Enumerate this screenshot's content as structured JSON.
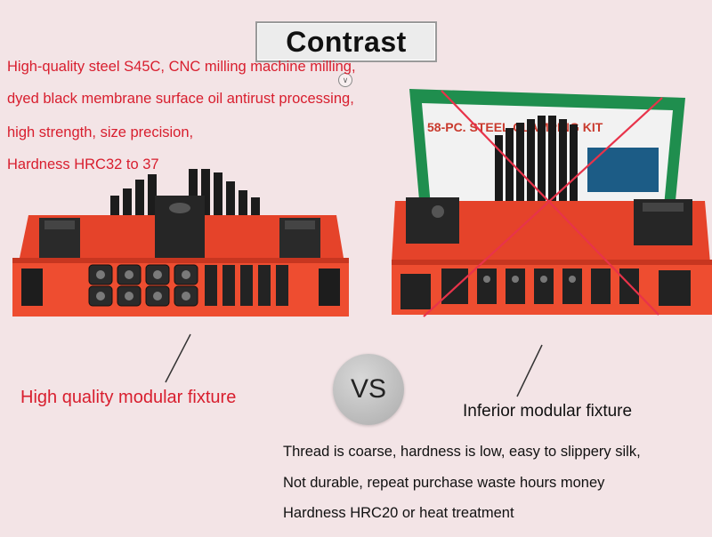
{
  "title": "Contrast",
  "left_description": [
    "High-quality steel S45C, CNC milling machine milling,",
    "dyed black membrane surface oil antirust processing,",
    " high strength, size precision,",
    "Hardness HRC32 to 37"
  ],
  "left_caption": "High quality modular fixture",
  "vs_label": "VS",
  "right_caption": "Inferior modular fixture",
  "right_box_label": "58-PC. STEEL CLAMPING KIT",
  "right_description": [
    "Thread is coarse, hardness is low, easy to slippery silk,",
    "Not durable, repeat purchase waste hours money",
    "Hardness HRC20 or heat treatment"
  ],
  "colors": {
    "background": "#f3e4e6",
    "accent_red": "#d81e2e",
    "tray_orange": "#e8452c",
    "box_green": "#1f8e4e"
  },
  "icons": [
    "chevron-down-icon",
    "cross-mark-icon",
    "pointer-line-icon"
  ]
}
